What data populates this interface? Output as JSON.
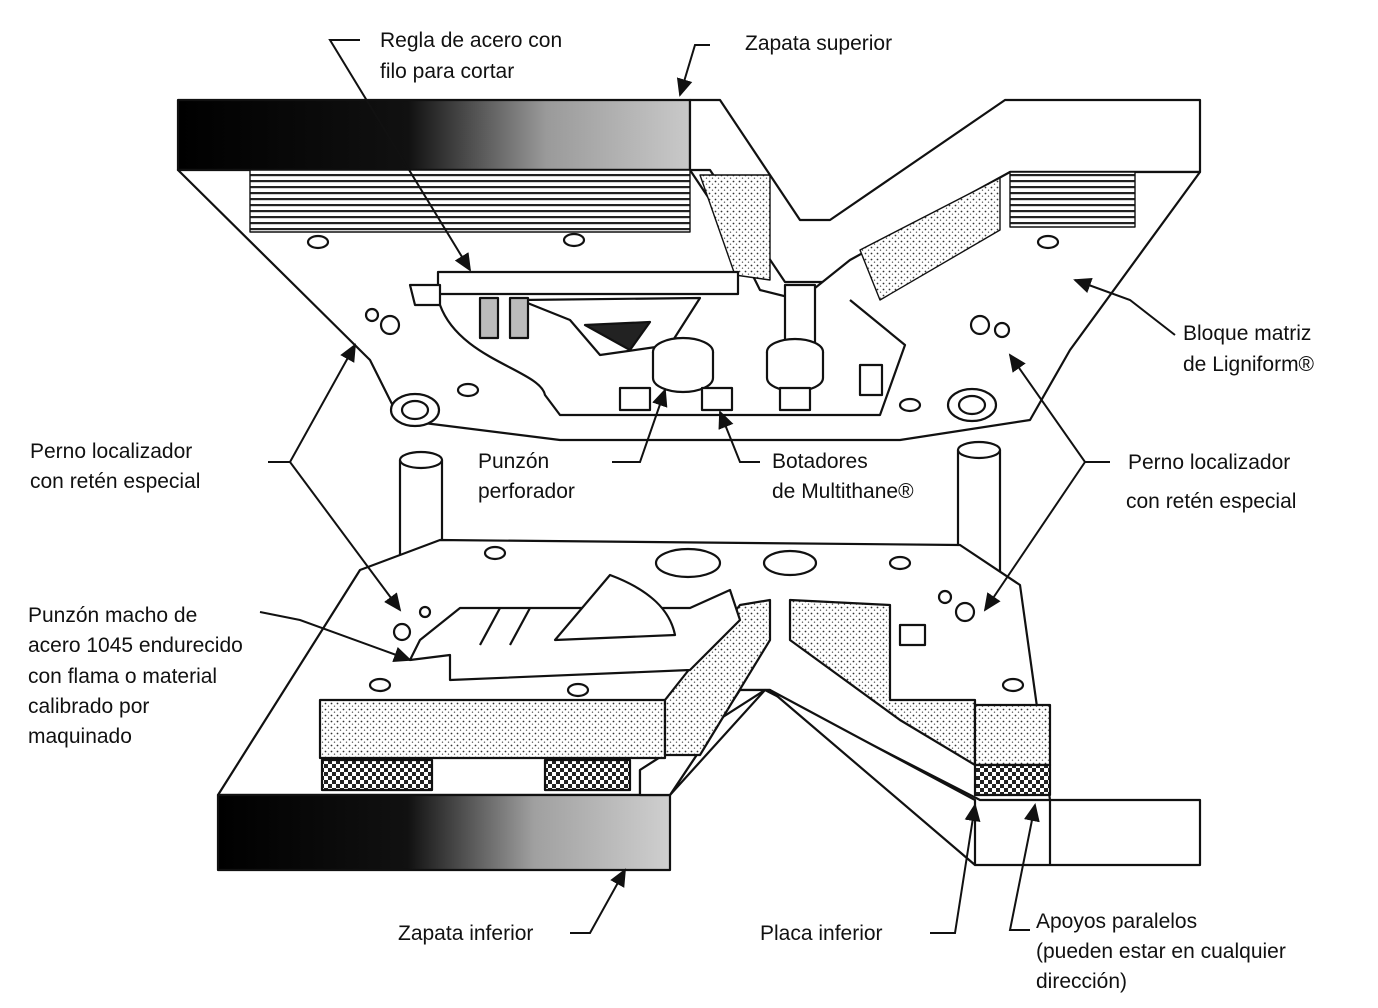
{
  "labels": {
    "regla": [
      "Regla de acero con",
      "filo para cortar"
    ],
    "zapata_superior": [
      "Zapata superior"
    ],
    "bloque_matriz": [
      "Bloque matriz",
      "de Ligniform®"
    ],
    "perno_izq": [
      "Perno localizador",
      "con retén especial"
    ],
    "perno_der": [
      "Perno localizador",
      "con retén especial"
    ],
    "punzon_perforador": [
      "Punzón",
      "perforador"
    ],
    "botadores": [
      "Botadores",
      "de Multithane®"
    ],
    "punzon_macho": [
      "Punzón macho de",
      "acero 1045 endurecido",
      "con flama o material",
      "calibrado por",
      "maquinado"
    ],
    "zapata_inferior": [
      "Zapata inferior"
    ],
    "placa_inferior": [
      "Placa inferior"
    ],
    "apoyos": [
      "Apoyos paralelos",
      "(pueden estar en cualquier",
      "dirección)"
    ]
  },
  "colors": {
    "ink": "#111111",
    "paper": "#ffffff",
    "shade": "#9a9a9a"
  }
}
